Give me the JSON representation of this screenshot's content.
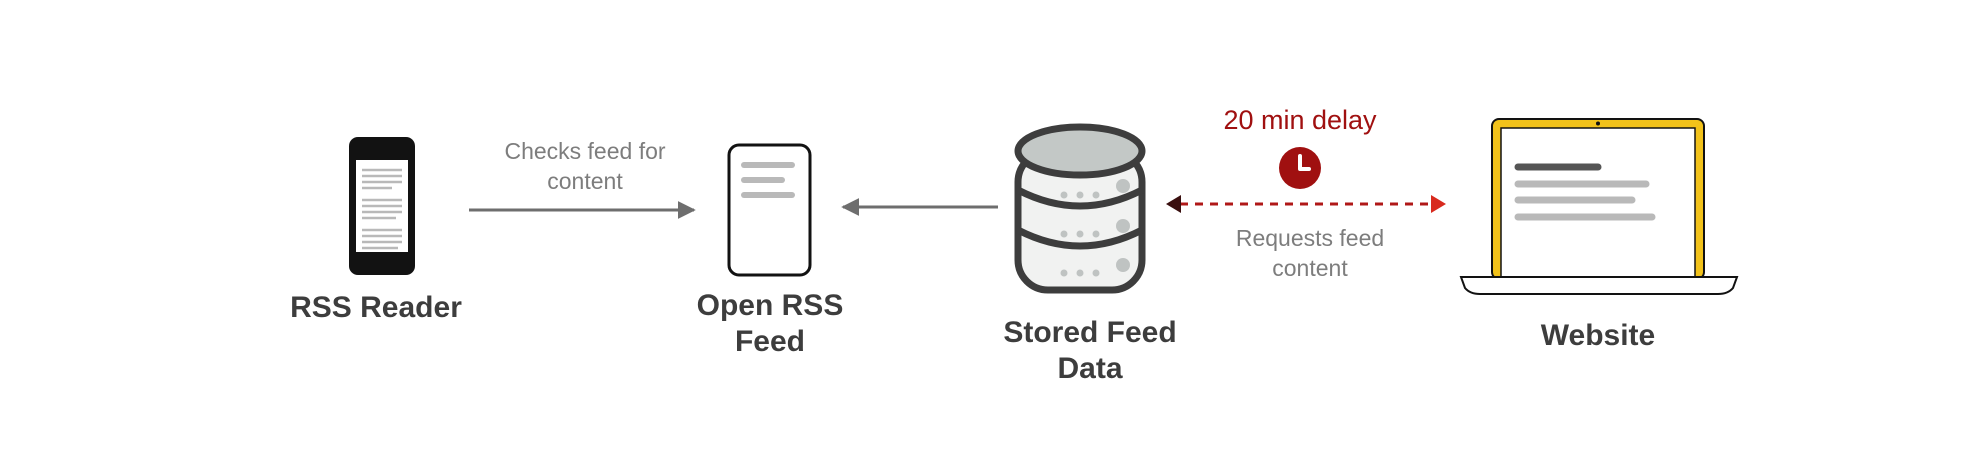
{
  "nodes": {
    "rss_reader": {
      "label": "RSS Reader"
    },
    "open_rss_feed": {
      "label_line1": "Open RSS",
      "label_line2": "Feed"
    },
    "stored_feed_data": {
      "label_line1": "Stored Feed",
      "label_line2": "Data"
    },
    "website": {
      "label": "Website"
    }
  },
  "edges": {
    "reader_to_feed": {
      "label_line1": "Checks feed for",
      "label_line2": "content"
    },
    "website_to_store": {
      "label_line1": "Requests feed",
      "label_line2": "content",
      "delay_label": "20 min delay",
      "delay_icon": "clock-icon"
    }
  },
  "colors": {
    "text_dark": "#3d3d3d",
    "text_muted": "#7d7d7d",
    "arrow_gray": "#6e6e6e",
    "delay_red": "#a01010",
    "arrow_red": "#d82a1e",
    "laptop_yellow": "#f2c21a",
    "db_light": "#c3c8c6"
  }
}
